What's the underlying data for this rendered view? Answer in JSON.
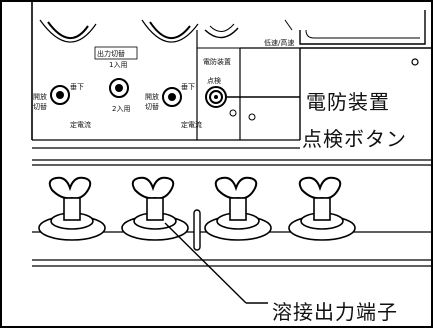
{
  "callouts": {
    "shield_device": "電防装置",
    "check_button": "点検ボタン",
    "output_terminal": "溶接出力端子"
  },
  "panel_labels": {
    "output_switch": "出力切替",
    "one_input": "1入用",
    "two_input": "2入用",
    "shield_device": "電防装置",
    "check": "点検",
    "lower_left": "垂下",
    "lower_right": "垂下",
    "left_switch_left": "開放\n切替",
    "left_switch_right": "開放\n切替",
    "cancel_left": "定電流",
    "cancel_right": "定電流",
    "top_right": "低速/高速"
  }
}
